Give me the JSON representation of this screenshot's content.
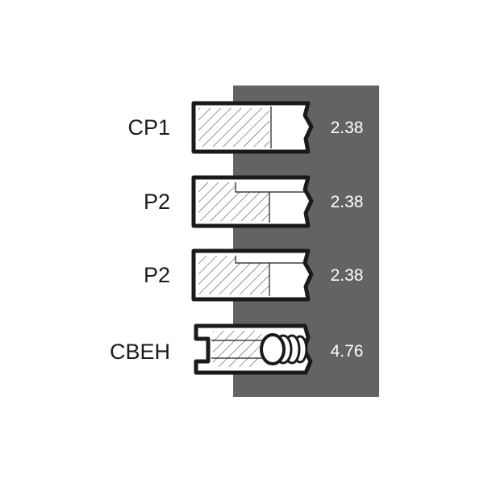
{
  "colors": {
    "background": "#ffffff",
    "band": "#636363",
    "outline": "#1a1a1a",
    "width_text": "#ffffff"
  },
  "rings": [
    {
      "label": "CP1",
      "width": "2.38",
      "profile": "rectangular"
    },
    {
      "label": "P2",
      "width": "2.38",
      "profile": "stepped"
    },
    {
      "label": "P2",
      "width": "2.38",
      "profile": "stepped"
    },
    {
      "label": "CBEH",
      "width": "4.76",
      "profile": "oil-control-spring"
    }
  ]
}
